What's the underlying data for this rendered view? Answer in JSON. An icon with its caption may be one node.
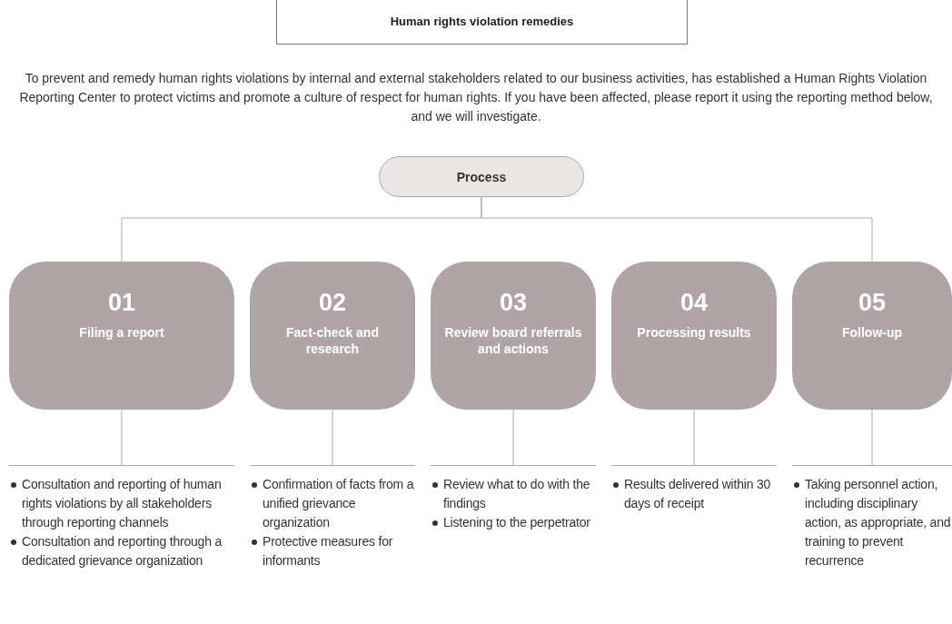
{
  "diagram": {
    "title": "Human rights violation remedies",
    "nodes": [
      {
        "text": [
          "Process"
        ]
      },
      {
        "text": [
          "01",
          "Filing a report"
        ]
      },
      {
        "text": [
          "02",
          "Fact-check and research"
        ]
      },
      {
        "text": [
          "03",
          "Review board referrals and actions"
        ]
      },
      {
        "text": [
          "04",
          "Processing results"
        ]
      },
      {
        "text": [
          "05",
          "Follow-up"
        ]
      },
      {
        "text": [
          "Consultation and reporting of human rights violations by all stakeholders through reporting channels",
          "Consultation and reporting through a dedicated grievance organization"
        ]
      },
      {
        "text": [
          "Confirmation of facts from a unified grievance organization",
          "Protective measures for informants"
        ]
      },
      {
        "text": [
          "Review what to do with the findings",
          "Listening to the perpetrator"
        ]
      },
      {
        "text": [
          "Results delivered within 30 days of receipt"
        ]
      },
      {
        "text": [
          "Taking personnel action, including disciplinary action, as appropriate, and training to prevent recurrence"
        ]
      }
    ],
    "edges": [
      {
        "from": 0,
        "to": 1,
        "arrow": "none"
      },
      {
        "from": 0,
        "to": 5,
        "arrow": "none"
      },
      {
        "from": 1,
        "to": 6,
        "arrow": "none"
      },
      {
        "from": 2,
        "to": 7,
        "arrow": "none"
      },
      {
        "from": 3,
        "to": 8,
        "arrow": "none"
      },
      {
        "from": 4,
        "to": 9,
        "arrow": "none"
      },
      {
        "from": 5,
        "to": 10,
        "arrow": "none"
      }
    ],
    "labels": [
      "To prevent and remedy human rights violations by internal and external stakeholders related to our business activities, has established a Human Rights Violation Reporting Center to protect victims and promote a culture of respect for human rights. If you have been affected, please report it using the reporting method below, and we will investigate."
    ]
  }
}
